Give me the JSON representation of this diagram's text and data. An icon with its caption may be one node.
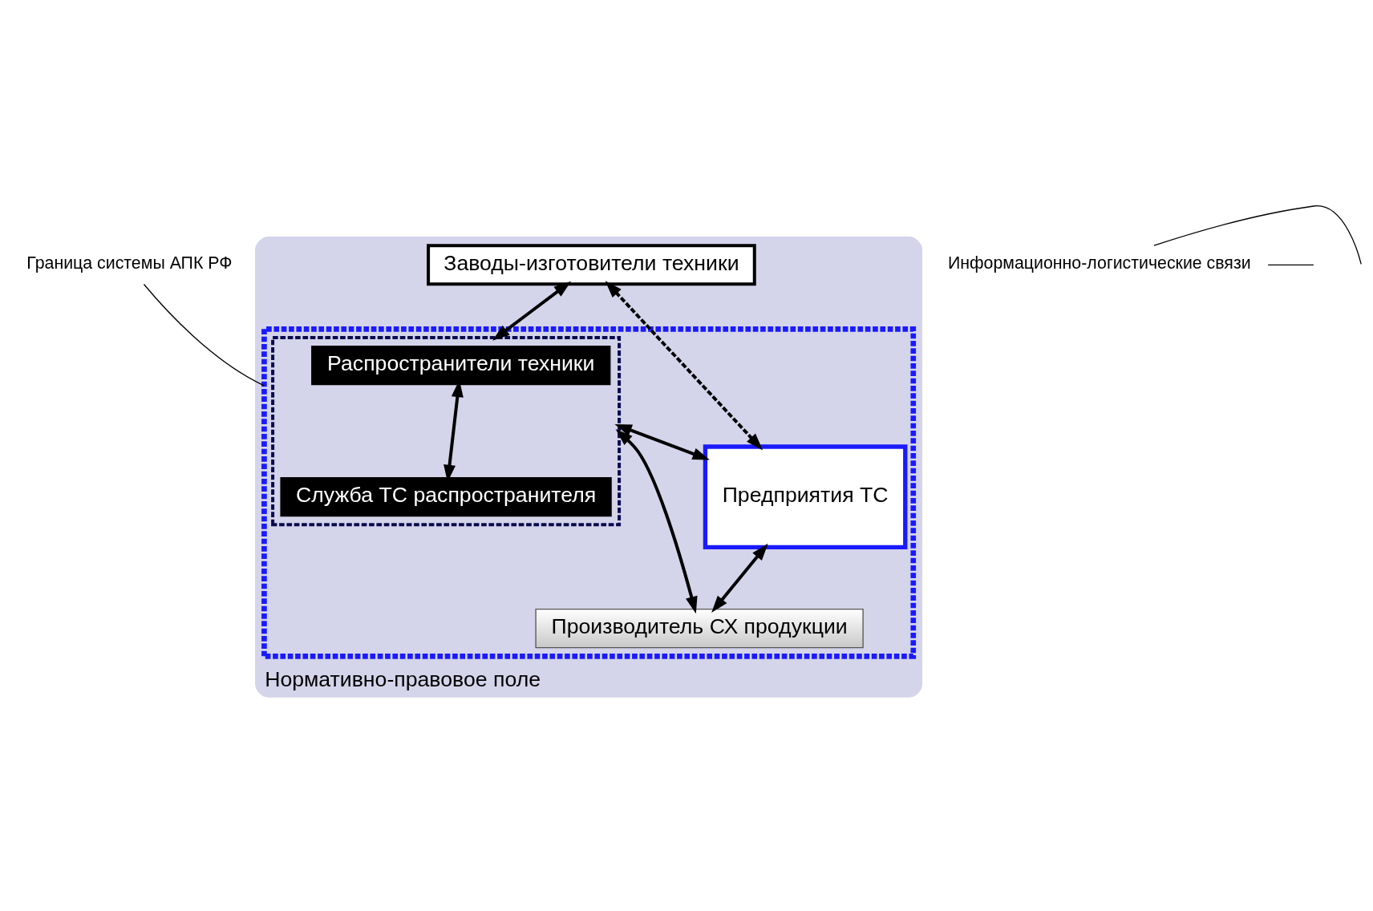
{
  "diagram": {
    "nodes": [
      {
        "text": [
          "Нормативно-правовое поле"
        ]
      },
      {
        "text": [],
        "shape": "box",
        "in": 0
      },
      {
        "text": [
          "Заводы-изготовители техники"
        ],
        "in": 0
      },
      {
        "text": [],
        "shape": "box",
        "in": 1
      },
      {
        "text": [
          "Распространители техники"
        ],
        "in": 3
      },
      {
        "text": [
          "Служба ТС распространителя"
        ],
        "in": 3
      },
      {
        "text": [
          "Предприятия ТС"
        ],
        "in": 1
      },
      {
        "text": [
          "Производитель СХ продукции"
        ],
        "in": 1
      },
      {
        "text": [
          "Граница системы АПК РФ"
        ]
      },
      {
        "text": [
          "Информационно-логистические связи"
        ]
      }
    ],
    "edges": [
      {
        "from": 2,
        "to": 3,
        "arrow": "both"
      },
      {
        "from": 2,
        "to": 6,
        "arrow": "both",
        "style": "dashed"
      },
      {
        "from": 4,
        "to": 5,
        "arrow": "both"
      },
      {
        "from": 3,
        "to": 6,
        "arrow": "both"
      },
      {
        "from": 3,
        "to": 7,
        "arrow": "both"
      },
      {
        "from": 6,
        "to": 7,
        "arrow": "both"
      },
      {
        "from": 8,
        "to": 1,
        "arrow": "none"
      },
      {
        "from": 9,
        "to": null,
        "arrow": "none"
      },
      {
        "from": 9,
        "to": null,
        "arrow": "none"
      }
    ]
  }
}
